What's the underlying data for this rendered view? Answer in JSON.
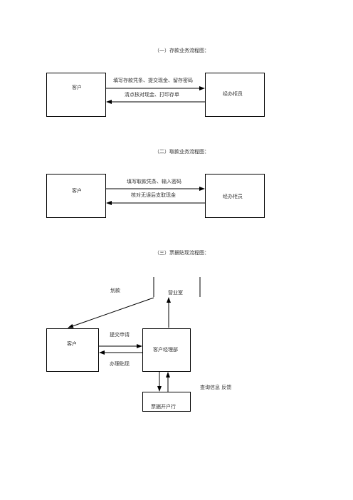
{
  "sections": [
    {
      "title": "（一）存款业务流程图：",
      "left_box": "客户",
      "right_box": "经办柜员",
      "arrow_forward_label": "填写存款凭条、提交现金、留存密码",
      "arrow_back_label": "清点核对现金、打印存单"
    },
    {
      "title": "（二）取款业务流程图：",
      "left_box": "客户",
      "right_box": "经办柜员",
      "arrow_forward_label": "填写取款凭条、输入密码",
      "arrow_back_label": "核对无误后支取现金"
    },
    {
      "title": "（三）票据贴现流程图：",
      "office_label": "营业室",
      "transfer_label": "划款",
      "customer_box": "客户",
      "manager_box": "客户经理部",
      "submit_label": "提交申请",
      "discount_label": "办理贴现",
      "bank_box": "票据开户行",
      "query_label": "查询信息  反馈"
    }
  ]
}
